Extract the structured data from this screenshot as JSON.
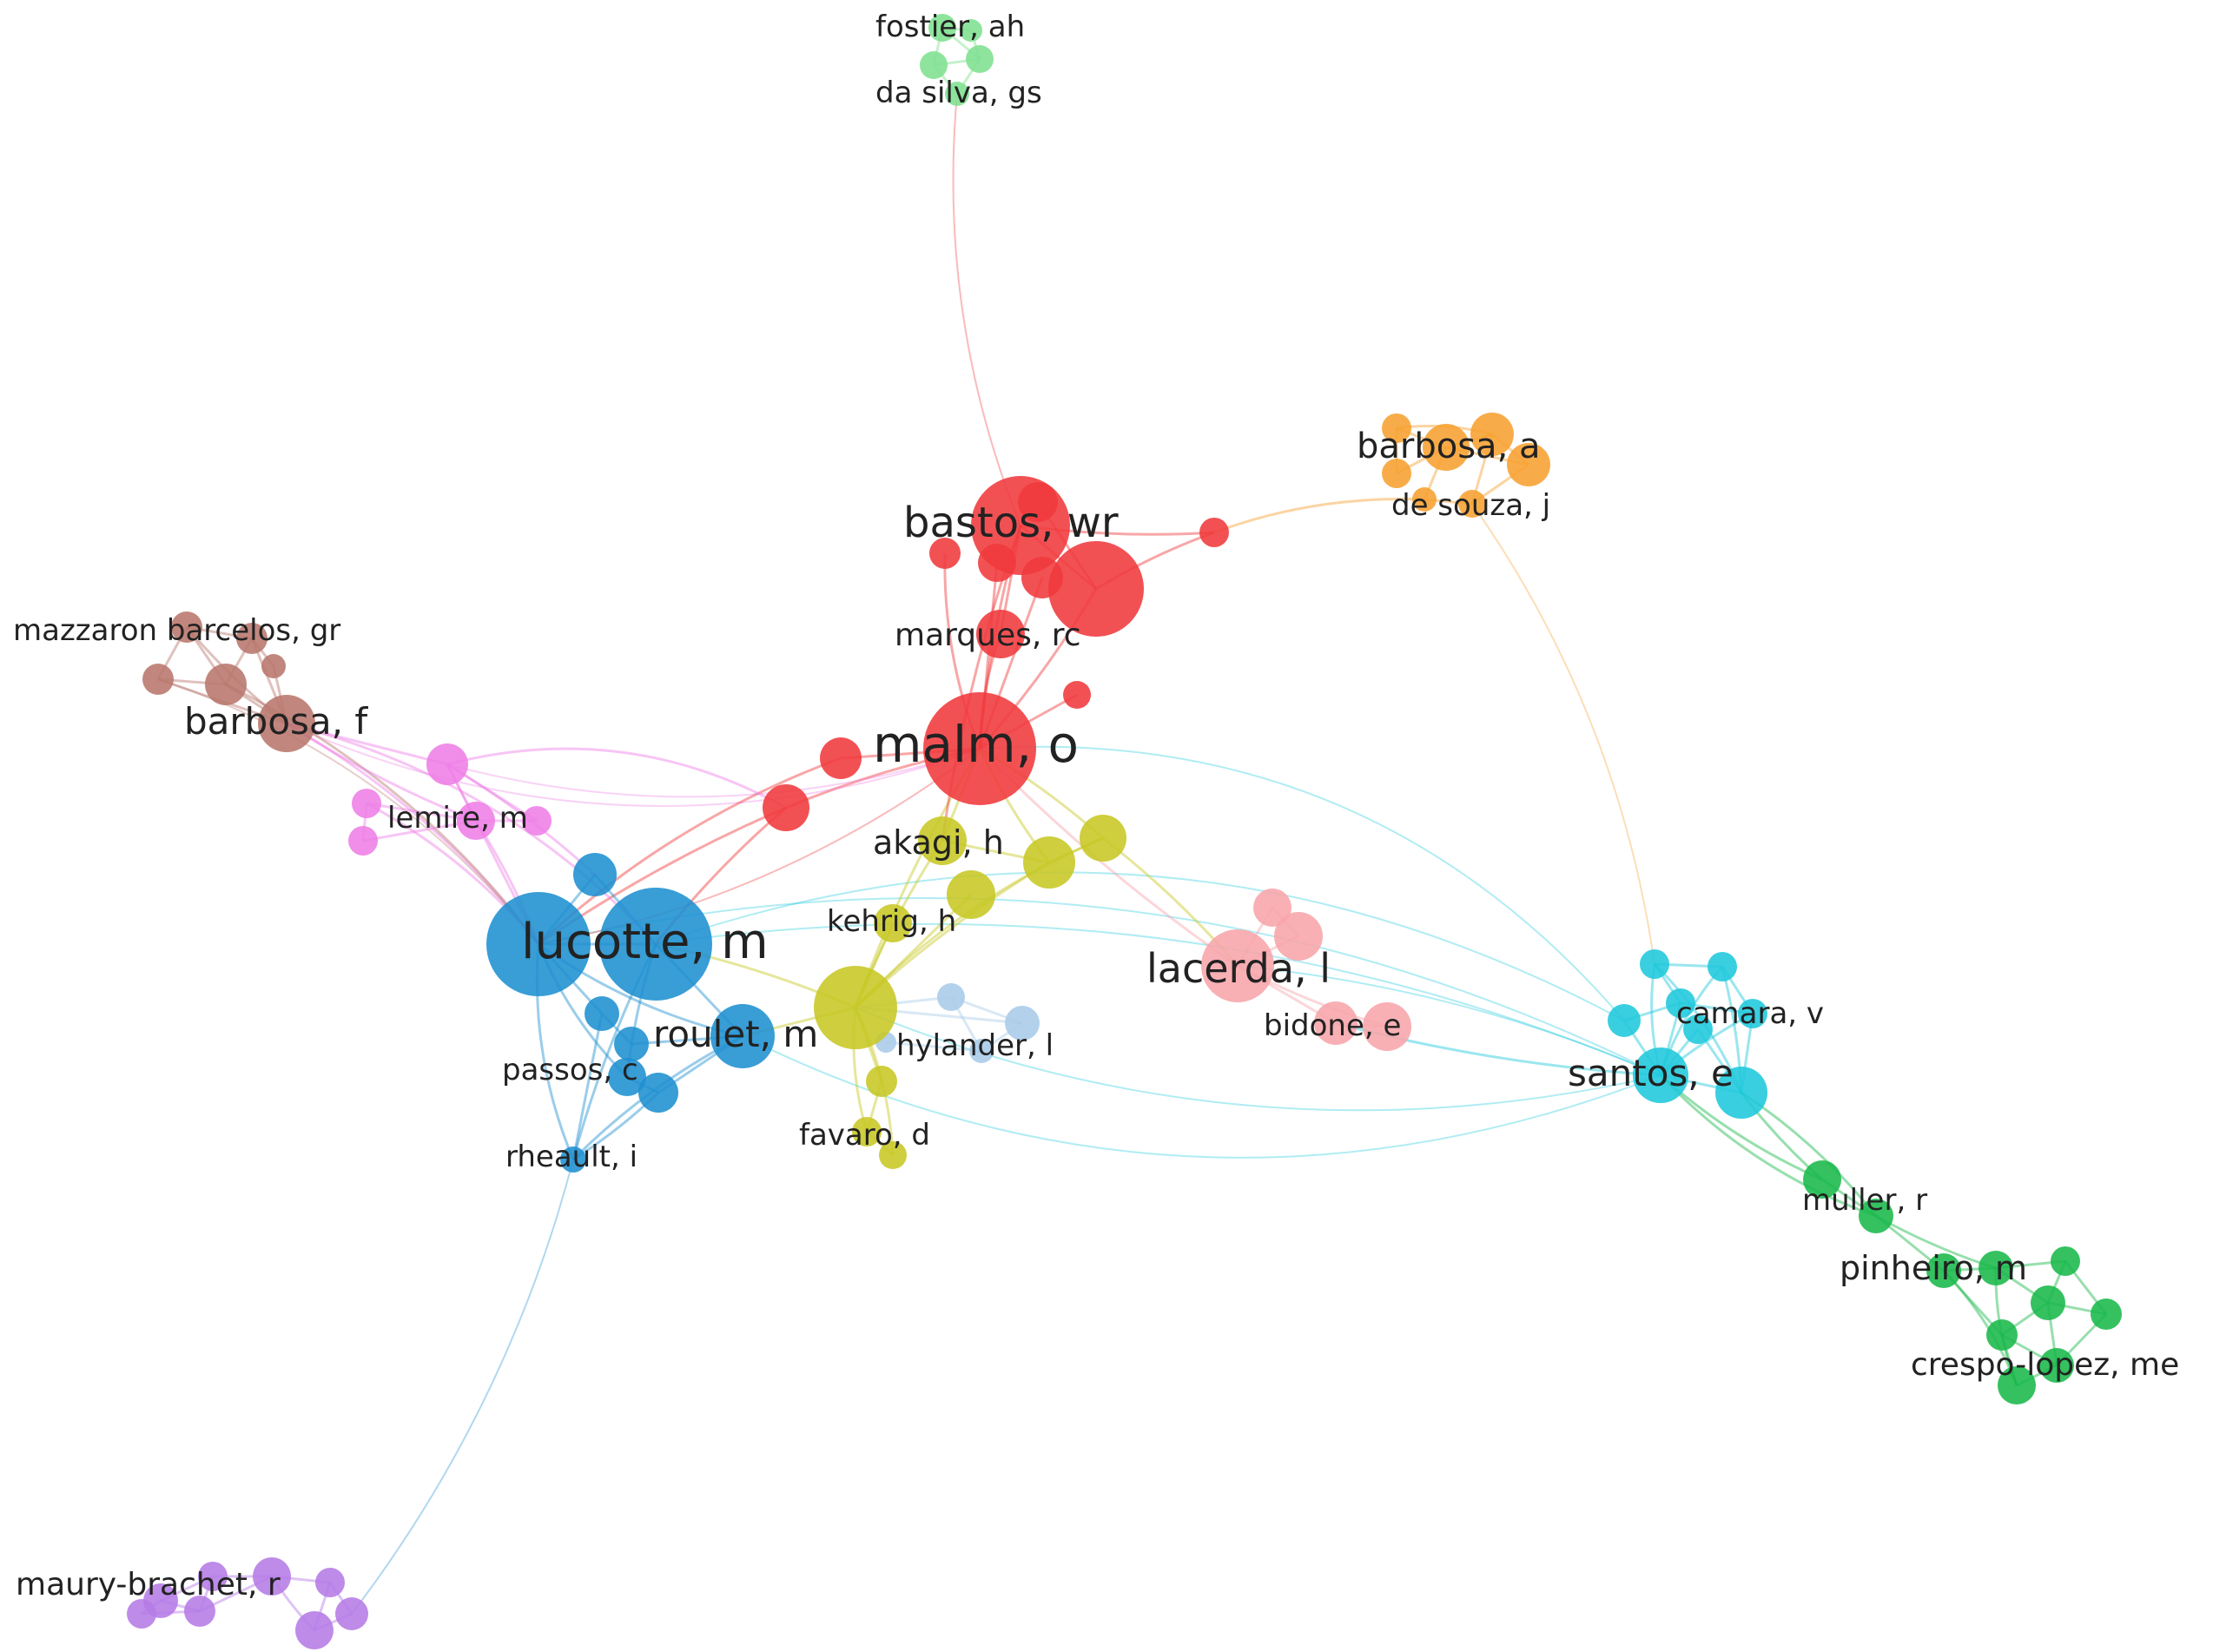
{
  "clusters": {
    "red": "#f0393c",
    "blue": "#1e90d0",
    "yellow": "#c7c724",
    "lightgreen": "#7ee08f",
    "orange": "#f7a030",
    "brown": "#b8766c",
    "pink": "#ee7ee6",
    "lightpink": "#f7a5aa",
    "lightblue": "#a9cbe8",
    "cyan": "#1ec8dc",
    "green": "#19b84a",
    "purple": "#b57be6"
  },
  "labels": {
    "fostier": "fostier, ah",
    "dasilva": "da silva, gs",
    "bastos": "bastos, wr",
    "marques": "marques, rc",
    "malm": "malm, o",
    "barbosa_a": "barbosa, a",
    "desouza": "de souza, j",
    "mazzaron": "mazzaron barcelos, gr",
    "barbosa_f": "barbosa, f",
    "lemire": "lemire, m",
    "akagi": "akagi, h",
    "kehrig": "kehrig, h",
    "lucotte": "lucotte, m",
    "roulet": "roulet, m",
    "passos": "passos, c",
    "rheault": "rheault, i",
    "hylander": "hylander, l",
    "favaro": "favaro, d",
    "lacerda": "lacerda, l",
    "bidone": "bidone, e",
    "camara": "camara, v",
    "santos": "santos, e",
    "muller": "muller, r",
    "pinheiro": "pinheiro, m",
    "crespo": "crespo-lopez, me",
    "maury": "maury-brachet, r"
  }
}
